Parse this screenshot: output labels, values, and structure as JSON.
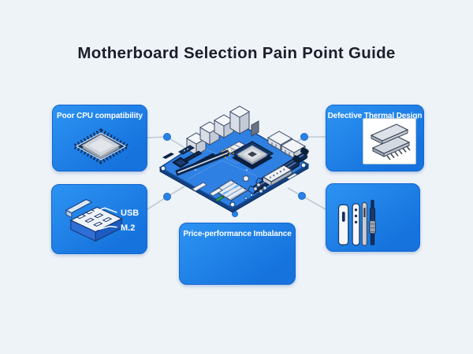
{
  "title": "Motherboard Selection Pain Point Guide",
  "center": {
    "illustration": "isometric-motherboard"
  },
  "pain_points": {
    "cpu": {
      "label": "Poor CPU compatibility",
      "icon": "cpu-chip-icon"
    },
    "thermal": {
      "label": "Defective Thermal Design",
      "icon": "heatsink-icon"
    },
    "ports": {
      "label_usb": "USB",
      "label_m2": "M.2",
      "icon": "port-block-icon"
    },
    "price": {
      "label": "Price-performance Imbalance"
    },
    "tools": {
      "icon": "connector-plugs-icon"
    }
  },
  "colors": {
    "background": "#eef3f8",
    "box_blue": "#1e84e8",
    "box_blue_deep": "#1673de",
    "dot_blue": "#2a82e4",
    "connector_line": "#bdc9d6",
    "title_text": "#1d1d2b",
    "label_text": "#ffffff"
  }
}
